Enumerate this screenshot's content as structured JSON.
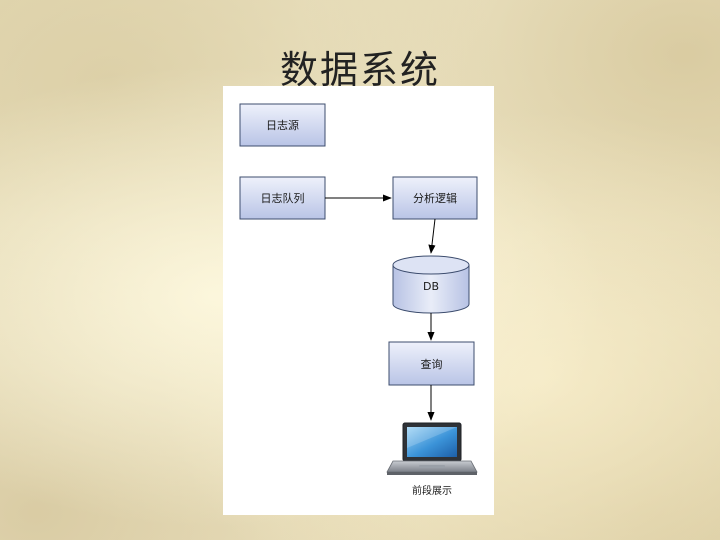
{
  "slide": {
    "title": "数据系统"
  },
  "diagram": {
    "nodes": {
      "log_source": "日志源",
      "log_queue": "日志队列",
      "analysis_logic": "分析逻辑",
      "db": "DB",
      "query": "查询",
      "frontend_display": "前段展示"
    },
    "colors": {
      "box_fill_top": "#eef1fb",
      "box_fill_bottom": "#b9c4e6",
      "box_stroke": "#3d4d6e",
      "arrow": "#000000"
    }
  }
}
